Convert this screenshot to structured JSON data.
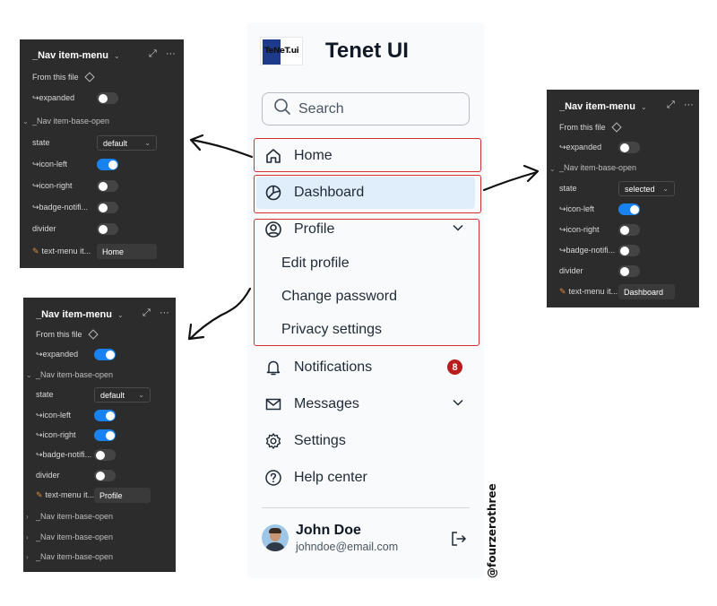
{
  "sidebar": {
    "brand_name": "Tenet UI",
    "logo_text": "TeNeT.ui",
    "search_placeholder": "Search",
    "nav": {
      "home": "Home",
      "dashboard": "Dashboard",
      "profile": "Profile",
      "profile_sub": [
        "Edit profile",
        "Change password",
        "Privacy settings"
      ],
      "notifications": "Notifications",
      "notifications_count": "8",
      "messages": "Messages",
      "settings": "Settings",
      "help": "Help center"
    },
    "user": {
      "name": "John Doe",
      "email": "johndoe@email.com"
    }
  },
  "watermark": "@fourzerothree",
  "panels": {
    "home": {
      "title": "_Nav item-menu",
      "from_file": "From this file",
      "expanded_label": "↪expanded",
      "section": "_Nav item-base-open",
      "state_label": "state",
      "state_value": "default",
      "icon_left_label": "↪icon-left",
      "icon_right_label": "↪icon-right",
      "badge_label": "↪badge-notifi...",
      "divider_label": "divider",
      "text_label": "text-menu it...",
      "text_value": "Home",
      "toggles": {
        "expanded": false,
        "icon_left": true,
        "icon_right": false,
        "badge": false,
        "divider": false
      }
    },
    "dashboard": {
      "title": "_Nav item-menu",
      "from_file": "From this file",
      "expanded_label": "↪expanded",
      "section": "_Nav item-base-open",
      "state_label": "state",
      "state_value": "selected",
      "icon_left_label": "↪icon-left",
      "icon_right_label": "↪icon-right",
      "badge_label": "↪badge-notifi...",
      "divider_label": "divider",
      "text_label": "text-menu it...",
      "text_value": "Dashboard",
      "toggles": {
        "expanded": false,
        "icon_left": true,
        "icon_right": false,
        "badge": false,
        "divider": false
      }
    },
    "profile": {
      "title": "_Nav item-menu",
      "from_file": "From this file",
      "expanded_label": "↪expanded",
      "section": "_Nav item-base-open",
      "state_label": "state",
      "state_value": "default",
      "icon_left_label": "↪icon-left",
      "icon_right_label": "↪icon-right",
      "badge_label": "↪badge-notifi...",
      "divider_label": "divider",
      "text_label": "text-menu it...",
      "text_value": "Profile",
      "extra_sections": [
        "_Nav item-base-open",
        "_Nav item-base-open",
        "_Nav item-base-open"
      ],
      "toggles": {
        "expanded": true,
        "icon_left": true,
        "icon_right": true,
        "badge": false,
        "divider": false
      }
    }
  },
  "colors": {
    "accent": "#1883f0",
    "active_bg": "#e0edfb",
    "highlight_red": "#d32f2f",
    "badge_red": "#b91c1c",
    "panel_bg": "#2c2c2c"
  }
}
